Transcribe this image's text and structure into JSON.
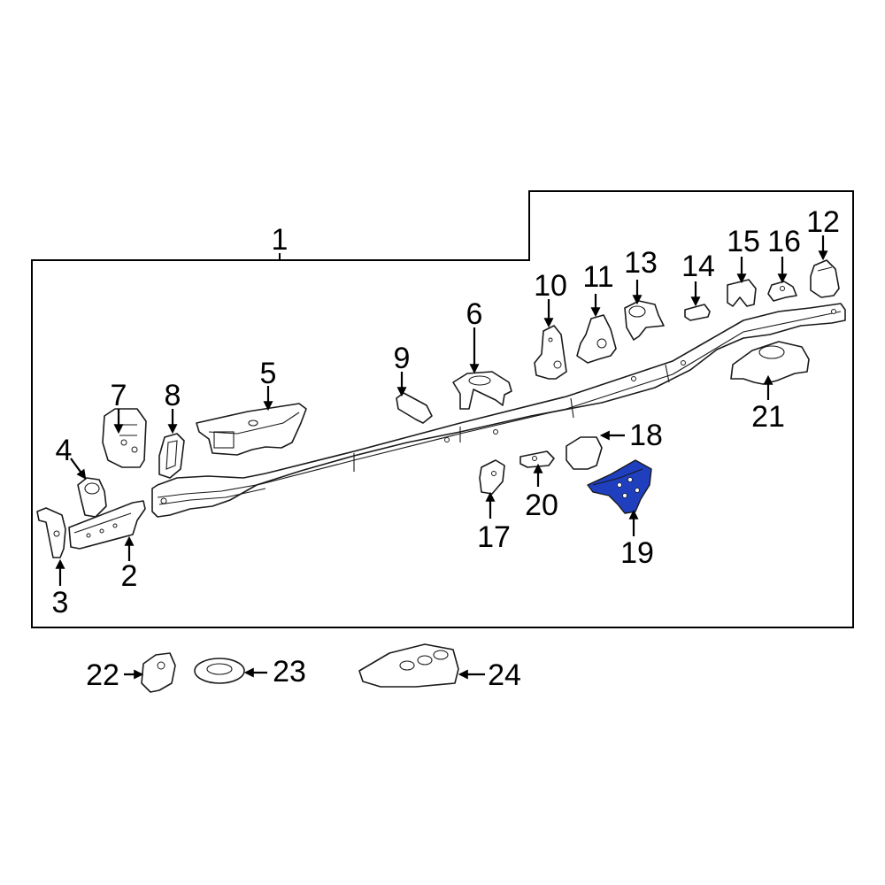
{
  "diagram": {
    "highlight_color": "#1f3fbf",
    "highlighted_part": "19",
    "callouts": [
      {
        "id": "c1",
        "label": "1"
      },
      {
        "id": "c2",
        "label": "2"
      },
      {
        "id": "c3",
        "label": "3"
      },
      {
        "id": "c4",
        "label": "4"
      },
      {
        "id": "c5",
        "label": "5"
      },
      {
        "id": "c6",
        "label": "6"
      },
      {
        "id": "c7",
        "label": "7"
      },
      {
        "id": "c8",
        "label": "8"
      },
      {
        "id": "c9",
        "label": "9"
      },
      {
        "id": "c10",
        "label": "10"
      },
      {
        "id": "c11",
        "label": "11"
      },
      {
        "id": "c12",
        "label": "12"
      },
      {
        "id": "c13",
        "label": "13"
      },
      {
        "id": "c14",
        "label": "14"
      },
      {
        "id": "c15",
        "label": "15"
      },
      {
        "id": "c16",
        "label": "16"
      },
      {
        "id": "c17",
        "label": "17"
      },
      {
        "id": "c18",
        "label": "18"
      },
      {
        "id": "c19",
        "label": "19"
      },
      {
        "id": "c20",
        "label": "20"
      },
      {
        "id": "c21",
        "label": "21"
      },
      {
        "id": "c22",
        "label": "22"
      },
      {
        "id": "c23",
        "label": "23"
      },
      {
        "id": "c24",
        "label": "24"
      }
    ]
  }
}
